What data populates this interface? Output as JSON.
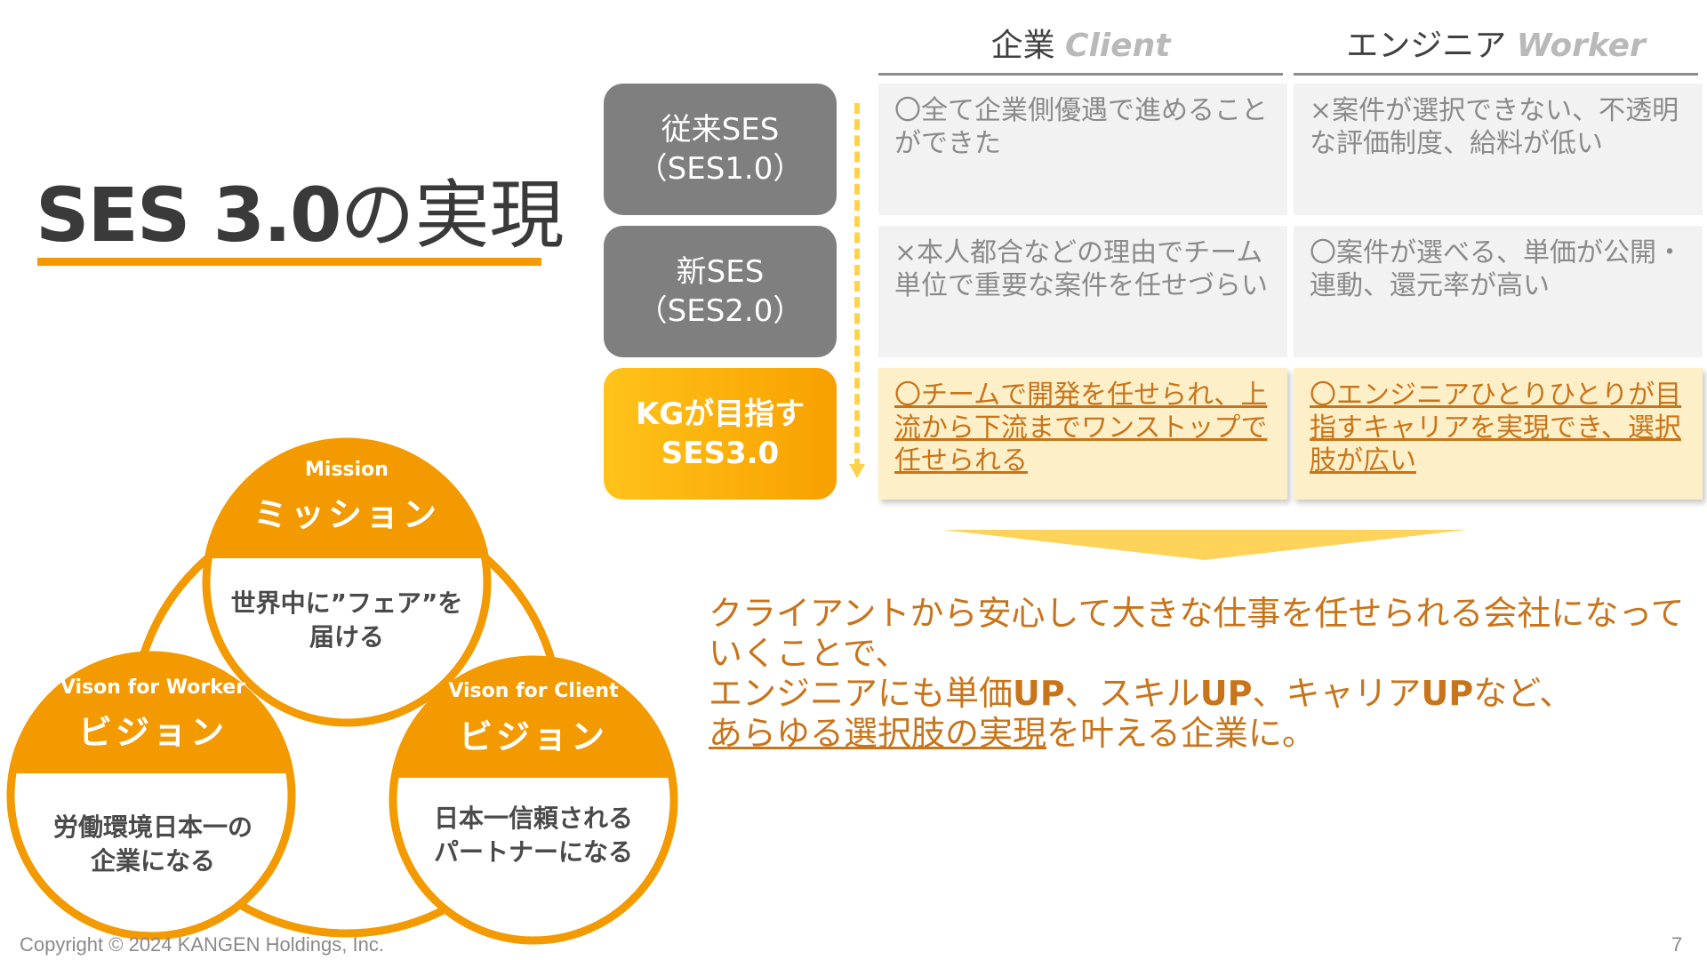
{
  "title": {
    "latin": "SES 3.0",
    "jp": "の実現"
  },
  "columns": [
    {
      "jp": "企業",
      "en": "Client"
    },
    {
      "jp": "エンジニア",
      "en": "Worker"
    }
  ],
  "rows": [
    {
      "label_line1": "従来SES",
      "label_line2": "（SES1.0）",
      "client": "〇全て企業側優遇で進めることができた",
      "worker": "×案件が選択できない、不透明な評価制度、給料が低い"
    },
    {
      "label_line1": "新SES",
      "label_line2": "（SES2.0）",
      "client": "×本人都合などの理由でチーム単位で重要な案件を任せづらい",
      "worker": "〇案件が選べる、単価が公開・連動、還元率が高い"
    },
    {
      "label_line1": "KGが目指す",
      "label_line2": "SES3.0",
      "client": "〇チームで開発を任せられ、上流から下流までワンストップで任せられる",
      "worker": "〇エンジニアひとりひとりが目指すキャリアを実現でき、選択肢が広い"
    }
  ],
  "statement": {
    "line1": "クライアントから安心して大きな仕事を任せられる会社になっていくことで、",
    "line2_a": "エンジニアにも単価",
    "line2_b": "UP",
    "line2_c": "、スキル",
    "line2_d": "UP",
    "line2_e": "、キャリア",
    "line2_f": "UP",
    "line2_g": "など、",
    "line3_u": "あらゆる選択肢の実現",
    "line3_rest": "を叶える企業に。"
  },
  "mission": {
    "en": "Mission",
    "jp": "ミッション",
    "body_l1": "世界中に”フェア”を",
    "body_l2": "届ける"
  },
  "vision_worker": {
    "en": "Vison for Worker",
    "jp": "ビジョン",
    "body_l1": "労働環境日本一の",
    "body_l2": "企業になる"
  },
  "vision_client": {
    "en": "Vison for Client",
    "jp": "ビジョン",
    "body_l1": "日本一信頼される",
    "body_l2": "パートナーになる"
  },
  "footer": {
    "copyright": "Copyright © 2024 KANGEN Holdings, Inc.",
    "page": "7"
  },
  "colors": {
    "accent": "#f39a00",
    "gold": "#ffc31a",
    "text_orange": "#c8741a",
    "gray_label": "#7f7f7f",
    "cell_bg": "#f2f2f2",
    "highlight_bg": "#fdf0c8"
  }
}
